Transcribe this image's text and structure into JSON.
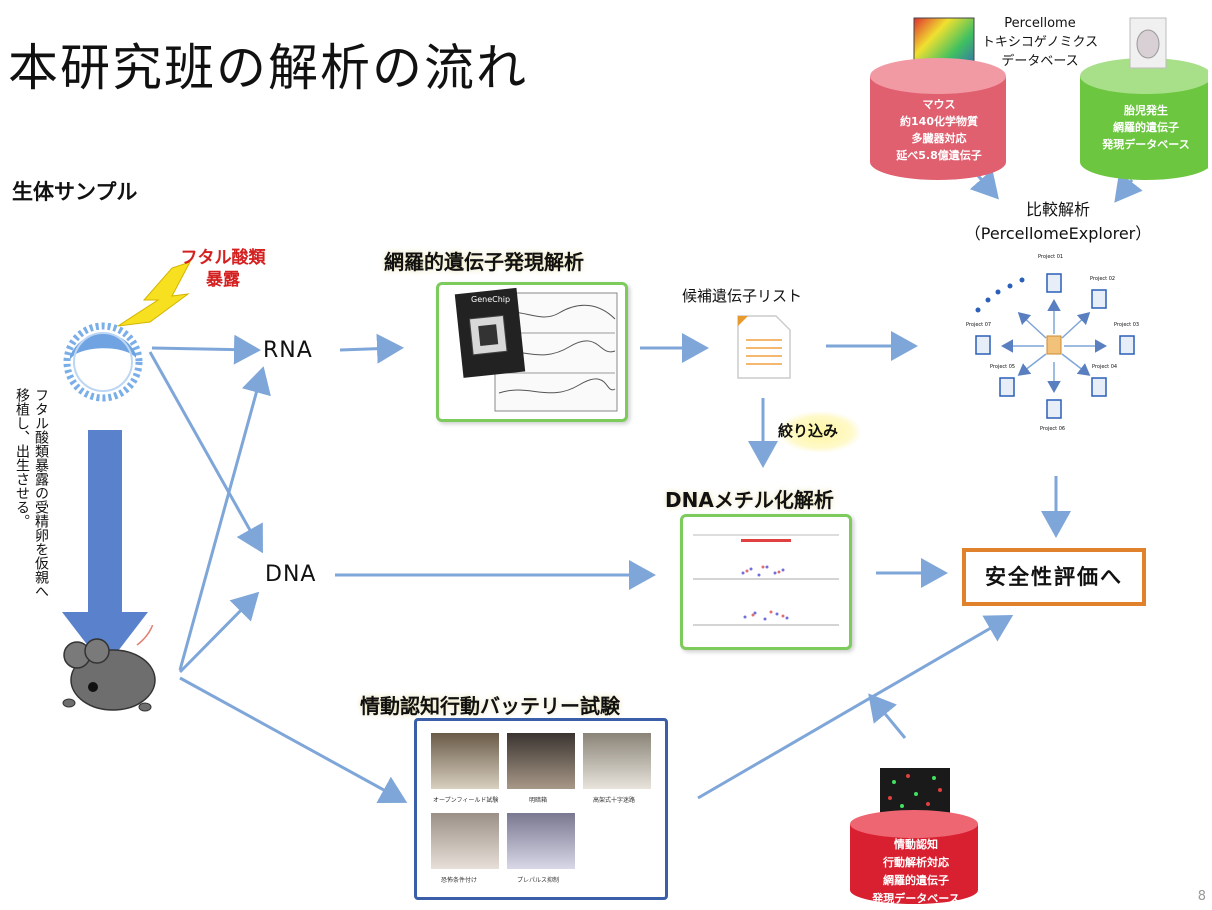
{
  "title": "本研究班の解析の流れ",
  "sample_label": "生体サンプル",
  "exposure_label": [
    "フタル酸類",
    "暴露"
  ],
  "vertical_note": [
    "フタル酸類暴露の受精卵を仮親へ",
    "移植し、出生させる。"
  ],
  "nodes": {
    "rna": "RNA",
    "dna": "DNA"
  },
  "microarray": {
    "title": "網羅的遺伝子発現解析",
    "chip_label": "GeneChip"
  },
  "candidate_list": "候補遺伝子リスト",
  "narrowing": "絞り込み",
  "methylation_title": "DNAメチル化解析",
  "behavior_title": "情動認知行動バッテリー試験",
  "behavior_captions": [
    "オープンフィールド試験",
    "明暗箱",
    "高架式十字迷路",
    "恐怖条件付け",
    "プレパルス抑制"
  ],
  "comparison": [
    "比較解析",
    "（PercellomeExplorer）"
  ],
  "explorer_projects": [
    "Project 01",
    "Project 02",
    "Project 03",
    "Project 04",
    "Project 05",
    "Project 06",
    "Project 07"
  ],
  "safety": "安全性評価へ",
  "percellome": [
    "Percellome",
    "トキシコゲノミクス",
    "データベース"
  ],
  "db_mouse": [
    "マウス",
    "約140化学物質",
    "多臓器対応",
    "延べ5.8億遺伝子"
  ],
  "db_fetal": [
    "胎児発生",
    "網羅的遺伝子",
    "発現データベース"
  ],
  "db_behavior": [
    "情動認知",
    "行動解析対応",
    "網羅的遺伝子",
    "発現データベース"
  ],
  "page_number": "8",
  "colors": {
    "arrow": "#7fa6d8",
    "green_border": "#7ccb5c",
    "blue_border": "#3a5fa8",
    "red_db": "#e04848",
    "green_db": "#6cc640",
    "orange_border": "#e0812c",
    "accent_red": "#d42020"
  }
}
